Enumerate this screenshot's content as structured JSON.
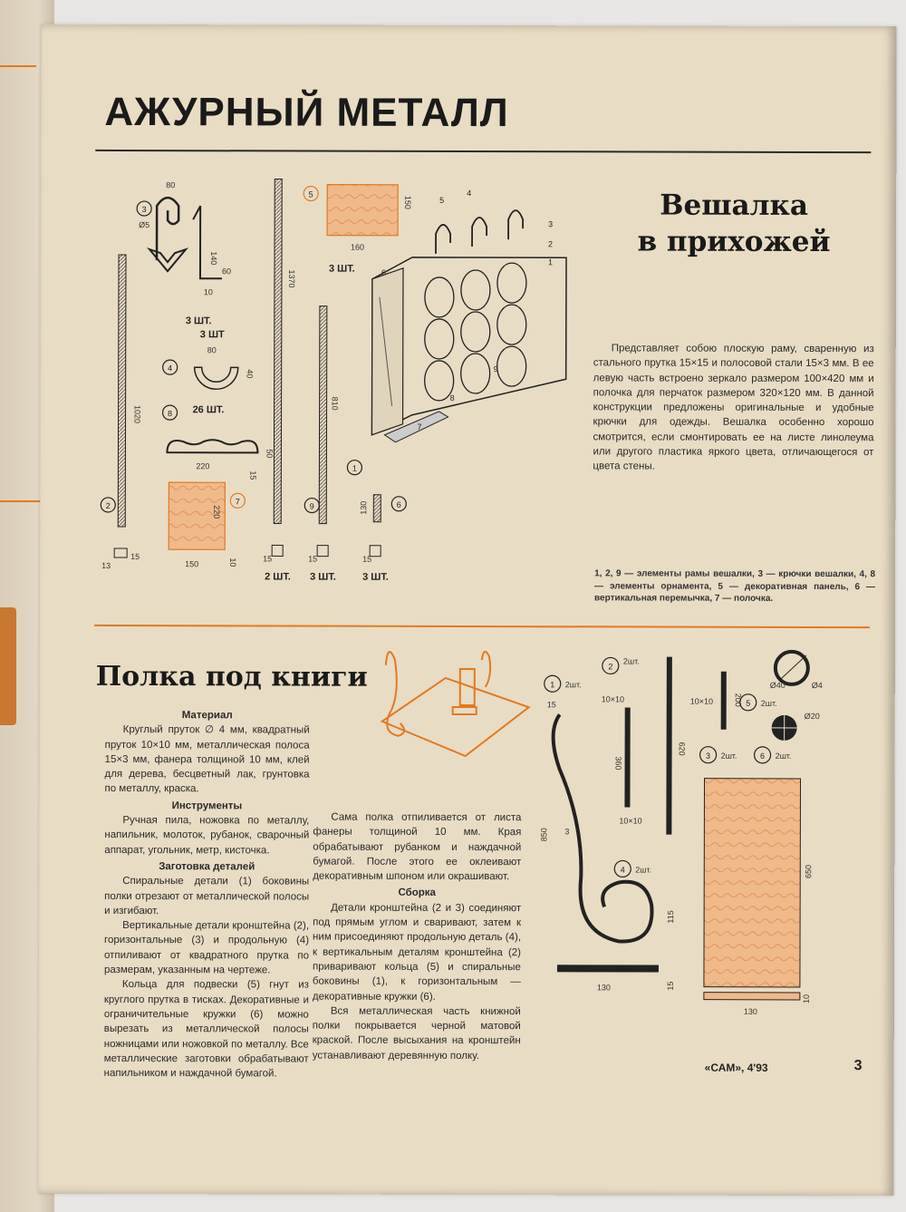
{
  "header": {
    "title": "АЖУРНЫЙ МЕТАЛЛ",
    "subtitle_line1": "Вешалка",
    "subtitle_line2": "в прихожей"
  },
  "hanger": {
    "description": "Представляет собою плоскую раму, сваренную из стального прутка 15×15 и полосовой стали 15×3 мм. В ее левую часть встроено зеркало размером 100×420 мм и полочка для перчаток размером 320×120 мм. В данной конструкции предложены оригинальные и удобные крючки для одежды. Вешалка особенно хорошо смотрится, если смонтировать ее на листе линолеума или другого пластика яркого цвета, отличающегося от цвета стены.",
    "legend": "1, 2, 9 — элементы рамы вешалки, 3 — крючки вешалки, 4, 8 — элементы орнамента, 5 — декоративная панель, 6 — вертикальная перемычка, 7 — полочка.",
    "quantities": {
      "hook": "3 ШТ.",
      "ring": "3 ШТ",
      "ornament": "26 ШТ.",
      "panel": "3 ШТ.",
      "part2": "2 ШТ.",
      "part9": "3 ШТ.",
      "part6": "3 ШТ."
    },
    "dimensions": {
      "hook_w": "80",
      "hook_d": "Ø5",
      "hook_h": "140",
      "hook_h2": "60",
      "hook_b": "10",
      "ring_w": "80",
      "ring_h": "40",
      "orn_w": "220",
      "orn_h": "50",
      "orn_s": "15",
      "rod2_len": "1020",
      "rod1_len": "1370",
      "rod9_len": "810",
      "panel_w": "160",
      "panel_h": "150",
      "board7_w": "150",
      "board7_h": "220",
      "board7_t": "10",
      "part6_h": "130",
      "sec15": "15",
      "sec13": "13"
    },
    "labels": [
      "1",
      "2",
      "3",
      "4",
      "5",
      "6",
      "7",
      "8",
      "9"
    ]
  },
  "shelf": {
    "title": "Полка под книги",
    "materials_heading": "Материал",
    "materials": "Круглый пруток ∅ 4 мм, квадратный пруток 10×10 мм, металлическая полоса 15×3 мм, фанера толщиной 10 мм, клей для дерева, бесцветный лак, грунтовка по металлу, краска.",
    "tools_heading": "Инструменты",
    "tools": "Ручная пила, ножовка по металлу, напильник, молоток, рубанок, сварочный аппарат, угольник, метр, кисточка.",
    "prep_heading": "Заготовка деталей",
    "prep_p1": "Спиральные детали (1) боковины полки отрезают от металлической полосы и изгибают.",
    "prep_p2": "Вертикальные детали кронштейна (2), горизонтальные (3) и продольную (4) отпиливают от квадратного прутка по размерам, указанным на чертеже.",
    "prep_p3": "Кольца для подвески (5) гнут из круглого прутка в тисках. Декоративные и ограничительные кружки (6) можно вырезать из металлической полосы ножницами или ножовкой по металлу. Все металлические заготовки обрабатывают напильником и наждачной бумагой.",
    "middle_p1": "Сама полка отпиливается от листа фанеры толщиной 10 мм. Края обрабатывают рубанком и наждачной бумагой. После этого ее оклеивают декоративным шпоном или окрашивают.",
    "assembly_heading": "Сборка",
    "assembly_p1": "Детали кронштейна (2 и 3) соединяют под прямым углом и сваривают, затем к ним присоединяют продольную деталь (4), к вертикальным деталям кронштейна (2) приваривают кольца (5) и спиральные боковины (1), к горизонтальным — декоративные кружки (6).",
    "assembly_p2": "Вся металлическая часть книжной полки покрывается черной матовой краской. После высыхания на кронштейн устанавливают деревянную полку.",
    "quantities": {
      "p1": "2шт.",
      "p2": "2шт.",
      "p3": "2шт.",
      "p4": "2шт.",
      "p5": "2шт.",
      "p6": "2шт."
    },
    "dimensions": {
      "sq": "10×10",
      "sq2": "10×10",
      "sq3": "10×10",
      "p1_w": "15",
      "p1_t": "3",
      "p1_h": "850",
      "p1_h2": "115",
      "p1_base": "130",
      "p1_b": "15",
      "p2_h": "360",
      "p4_h": "620",
      "p3_h": "200",
      "ring_d": "Ø40",
      "ring_d2": "Ø4",
      "disk_d": "Ø20",
      "board_h": "650",
      "board_w": "130",
      "board_t": "10"
    },
    "labels": [
      "1",
      "2",
      "3",
      "4",
      "5",
      "6"
    ]
  },
  "footer": {
    "magazine": "«САМ», 4'93",
    "page_number": "3"
  },
  "colors": {
    "paper": "#e9dcc4",
    "orange": "#e07a22",
    "ink": "#222222",
    "wood": "#f0b98a"
  }
}
